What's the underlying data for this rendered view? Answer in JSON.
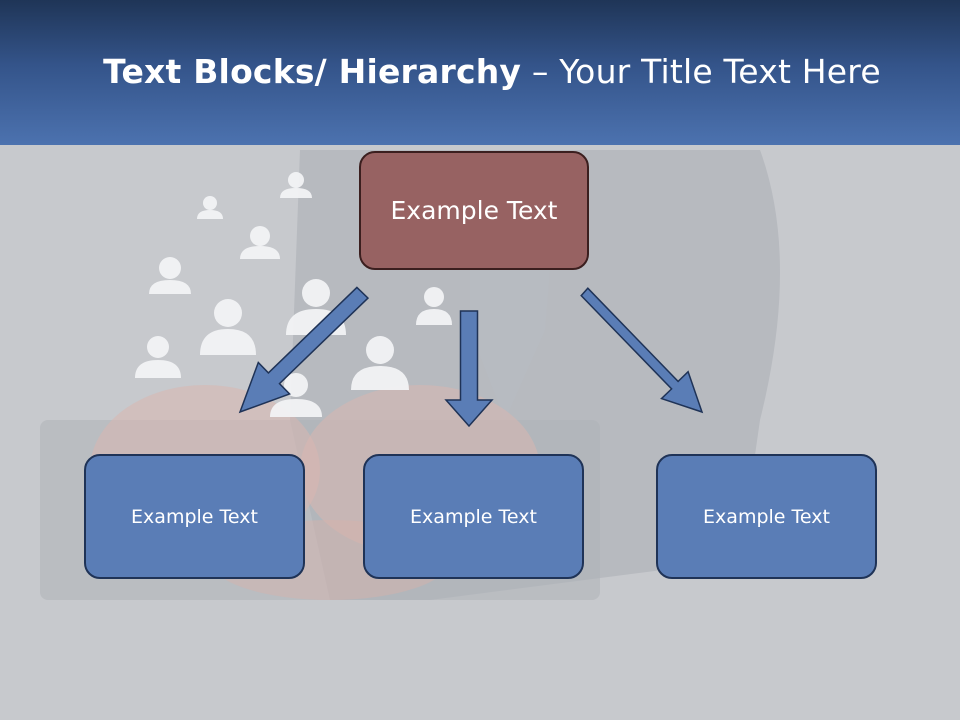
{
  "slide": {
    "title_bold": "Text Blocks/ Hierarchy",
    "title_rest": " – Your Title Text Here"
  },
  "diagram": {
    "root": {
      "label": "Example Text"
    },
    "children": [
      {
        "label": "Example Text"
      },
      {
        "label": "Example Text"
      },
      {
        "label": "Example Text"
      }
    ]
  },
  "colors": {
    "header_top": "#1f3557",
    "header_bottom": "#4c72af",
    "root_fill": "#976262",
    "child_fill": "#5a7db6",
    "arrow_fill": "#5a7db6",
    "background": "#c7c9cd"
  }
}
